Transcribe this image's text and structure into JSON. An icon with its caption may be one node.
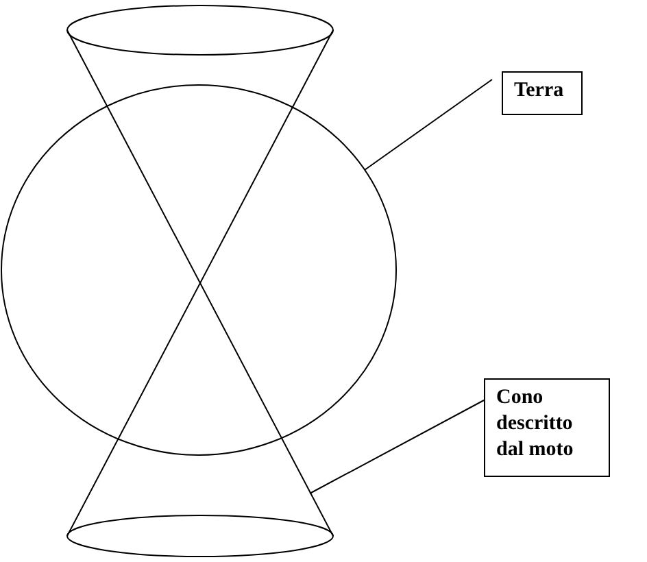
{
  "diagram": {
    "nodes": [
      {
        "text": [
          "Terra"
        ]
      },
      {
        "text": [],
        "shape": "circle"
      },
      {
        "text": [
          "Cono descritto dal moto"
        ]
      },
      {
        "text": [],
        "shape": "picture"
      }
    ],
    "edges": [
      {
        "from": 0,
        "to": 1,
        "arrow": "none"
      },
      {
        "from": 2,
        "to": 3,
        "arrow": "none"
      }
    ]
  }
}
